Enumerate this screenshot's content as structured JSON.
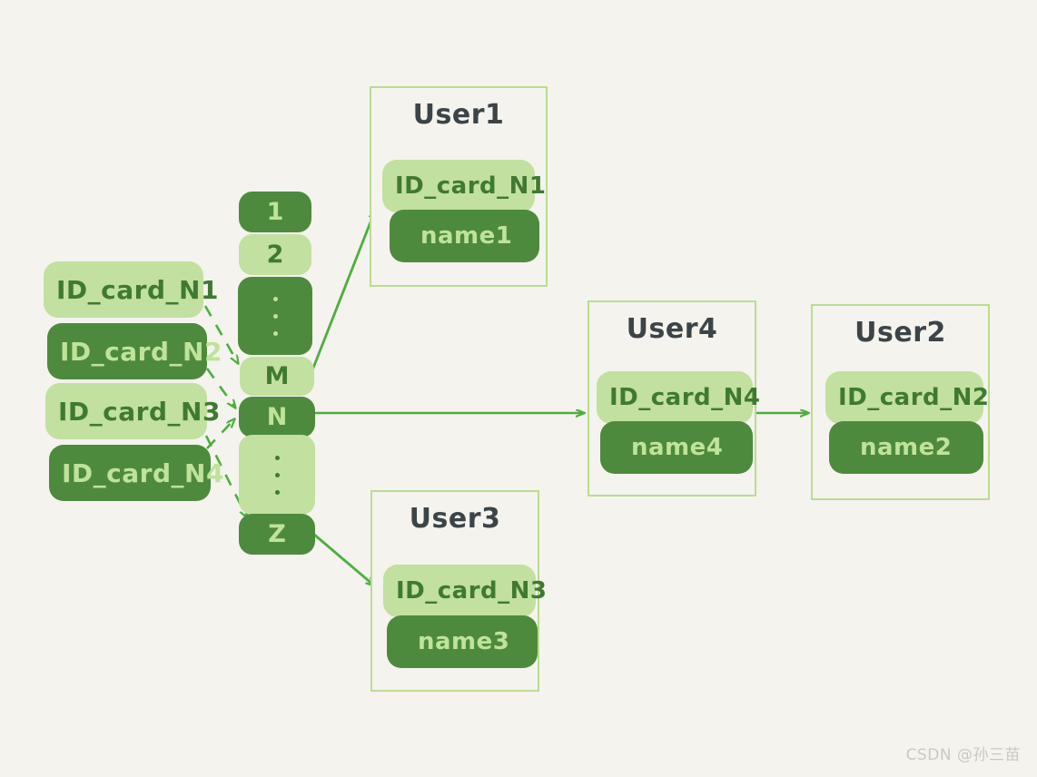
{
  "meta": {
    "background_color": "#f4f3ee",
    "light_green": "#c2e09f",
    "dark_green": "#4e8a3d",
    "border_green": "#b9dd92",
    "arrow_green": "#4caf3f",
    "title_color": "#3c4447",
    "watermark": "CSDN @孙三苗"
  },
  "key_list": {
    "title": "id-card key list",
    "items": [
      {
        "label": "ID_card_N1",
        "style": "light"
      },
      {
        "label": "ID_card_N2",
        "style": "dark"
      },
      {
        "label": "ID_card_N3",
        "style": "light"
      },
      {
        "label": "ID_card_N4",
        "style": "dark"
      }
    ]
  },
  "buckets": {
    "title": "hash bucket column",
    "items": [
      {
        "label": "1",
        "style": "dark",
        "kind": "text"
      },
      {
        "label": "2",
        "style": "light",
        "kind": "text"
      },
      {
        "label": "⋮",
        "style": "dark",
        "kind": "dots"
      },
      {
        "label": "M",
        "style": "light",
        "kind": "text"
      },
      {
        "label": "N",
        "style": "dark",
        "kind": "text"
      },
      {
        "label": "⋮",
        "style": "light",
        "kind": "dots"
      },
      {
        "label": "Z",
        "style": "dark",
        "kind": "text"
      }
    ]
  },
  "cards": [
    {
      "title": "User1",
      "id_card": "ID_card_N1",
      "name": "name1"
    },
    {
      "title": "User3",
      "id_card": "ID_card_N3",
      "name": "name3"
    },
    {
      "title": "User4",
      "id_card": "ID_card_N4",
      "name": "name4"
    },
    {
      "title": "User2",
      "id_card": "ID_card_N2",
      "name": "name2"
    }
  ],
  "connections": {
    "dashed": [
      {
        "from": "ID_card_N1",
        "to": "bucket-M"
      },
      {
        "from": "ID_card_N2",
        "to": "bucket-N"
      },
      {
        "from": "ID_card_N3",
        "to": "bucket-N"
      },
      {
        "from": "ID_card_N4",
        "to": "bucket-Z"
      }
    ],
    "solid": [
      {
        "from": "bucket-M",
        "to": "User1"
      },
      {
        "from": "bucket-N",
        "to": "User4"
      },
      {
        "from": "bucket-Z",
        "to": "User3"
      },
      {
        "from": "User4",
        "to": "User2"
      }
    ]
  }
}
